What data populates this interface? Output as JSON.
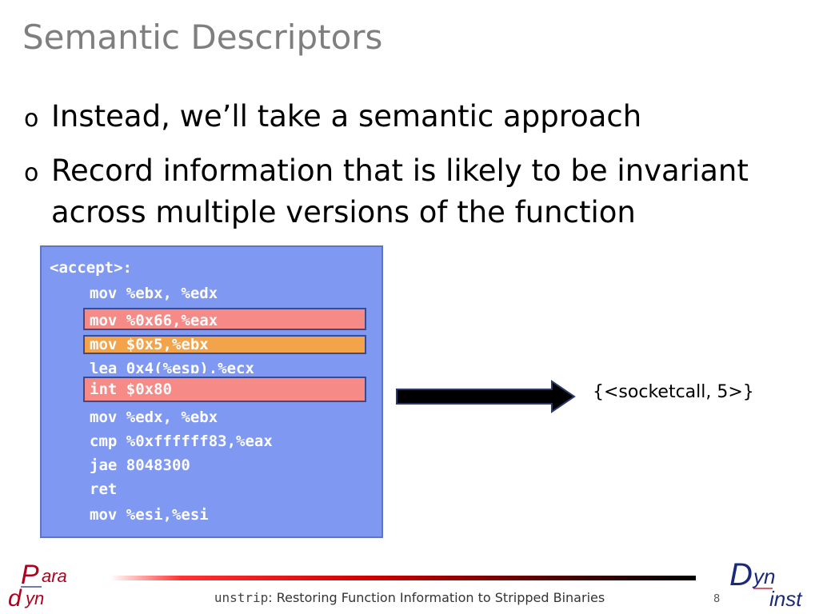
{
  "slide": {
    "title": "Semantic Descriptors",
    "bullets": [
      {
        "mark": "o",
        "text": "Instead, we’ll take a semantic approach"
      },
      {
        "mark": "o",
        "text": "Record information that is likely to be invariant across multiple versions of the function"
      }
    ]
  },
  "code": {
    "label": "<accept>:",
    "lines": [
      "mov %ebx, %edx",
      "mov %0x66,%eax",
      "mov $0x5,%ebx",
      "lea 0x4(%esp),%ecx",
      "int $0x80",
      "mov %edx, %ebx",
      "cmp %0xffffff83,%eax",
      "jae 8048300",
      "ret",
      "mov %esi,%esi"
    ]
  },
  "result": "{<socketcall, 5>}",
  "footer": {
    "mono": "unstrip",
    "text": ": Restoring Function Information to Stripped Binaries",
    "page": "8"
  },
  "logos": {
    "left": {
      "p": "P",
      "ara": "ara",
      "d": "d",
      "yn": "yn"
    },
    "right": {
      "d": "D",
      "yn": "yn",
      "inst": "inst"
    }
  },
  "colors": {
    "title": "#7f7f7f",
    "code_bg": "#7f98f2",
    "highlight_red": "#f58a87",
    "highlight_orange": "#f3a44a",
    "logo_red": "#b0001e",
    "logo_navy": "#1a2a7a"
  }
}
